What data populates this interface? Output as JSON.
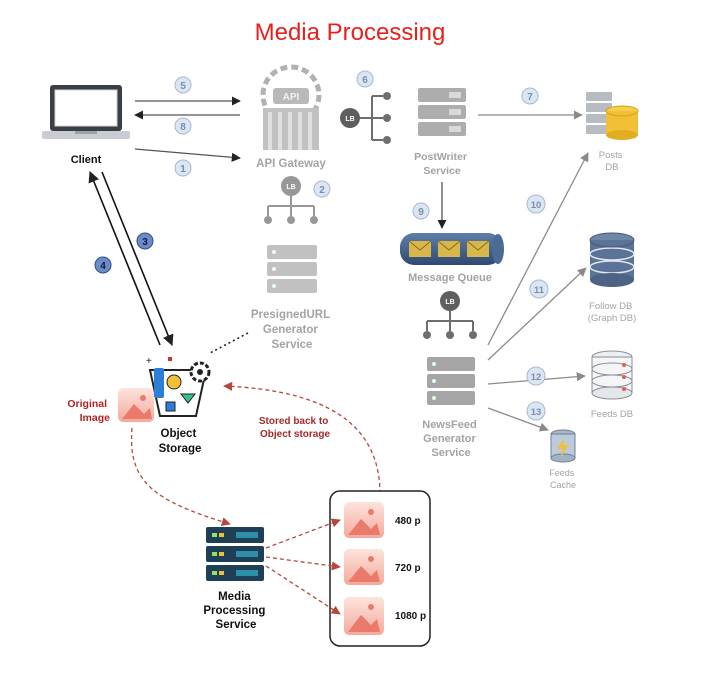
{
  "title": "Media Processing",
  "nodes": {
    "client": "Client",
    "api_gateway": "API Gateway",
    "postwriter": [
      "PostWriter",
      "Service"
    ],
    "posts_db": [
      "Posts",
      "DB"
    ],
    "message_queue": "Message Queue",
    "follow_db": [
      "Follow DB",
      "(Graph DB)"
    ],
    "feeds_db": "Feeds DB",
    "feeds_cache": [
      "Feeds",
      "Cache"
    ],
    "newsfeed": [
      "NewsFeed",
      "Generator",
      "Service"
    ],
    "presigned": [
      "PresignedURL",
      "Generator",
      "Service"
    ],
    "object_storage": [
      "Object",
      "Storage"
    ],
    "original_image": [
      "Original",
      "Image"
    ],
    "media_processing": [
      "Media",
      "Processing",
      "Service"
    ],
    "stored_back": [
      "Stored back to",
      "Object storage"
    ],
    "api_icon_text": "API"
  },
  "lb_label": "LB",
  "resolutions": [
    "480 p",
    "720 p",
    "1080 p"
  ],
  "steps": [
    "1",
    "2",
    "3",
    "4",
    "5",
    "6",
    "7",
    "8",
    "9",
    "10",
    "11",
    "12",
    "13"
  ],
  "colors": {
    "title": "#e8201c",
    "faded": "#a3a3a3",
    "dark": "#111111",
    "badge_fill": "#dbe6f3",
    "badge_fill_dark": "#6b8cc9",
    "dashed": "#b5473e",
    "label_red": "#a52a2a"
  }
}
